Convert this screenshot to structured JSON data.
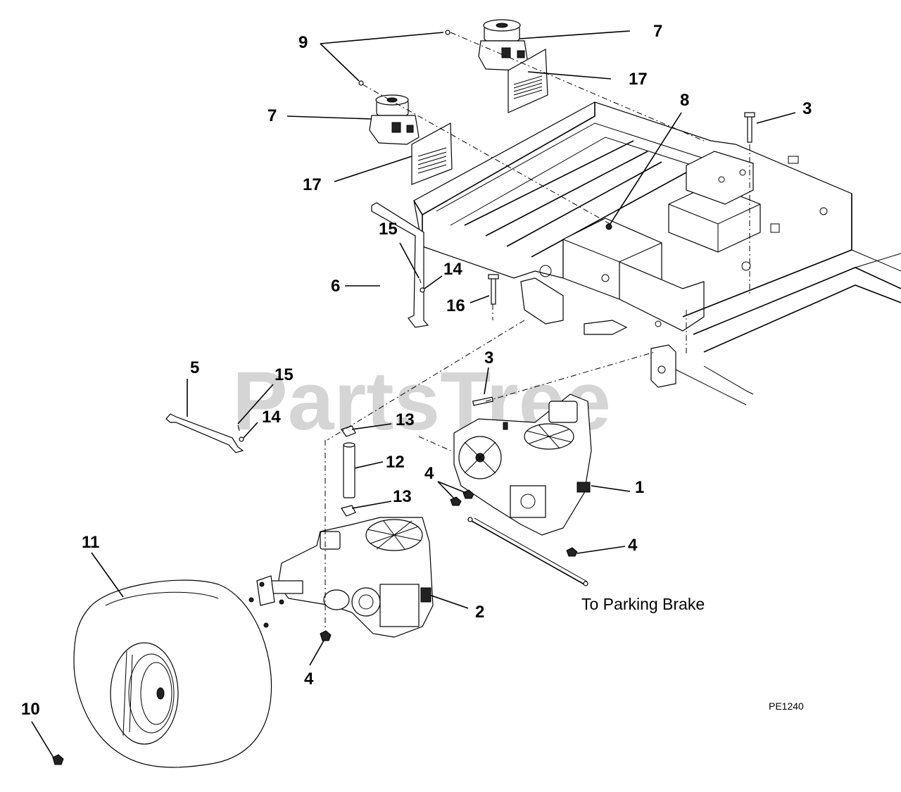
{
  "watermark": "PartsTree",
  "diagram_code": "PE1240",
  "note": "To Parking Brake",
  "labels": {
    "l1": "1",
    "l2": "2",
    "l3a": "3",
    "l3b": "3",
    "l4a": "4",
    "l4b": "4",
    "l4c": "4",
    "l5": "5",
    "l6": "6",
    "l7a": "7",
    "l7b": "7",
    "l8": "8",
    "l9": "9",
    "l10": "10",
    "l11": "11",
    "l12": "12",
    "l13a": "13",
    "l13b": "13",
    "l14a": "14",
    "l14b": "14",
    "l15a": "15",
    "l15b": "15",
    "l16": "16",
    "l17a": "17",
    "l17b": "17"
  }
}
